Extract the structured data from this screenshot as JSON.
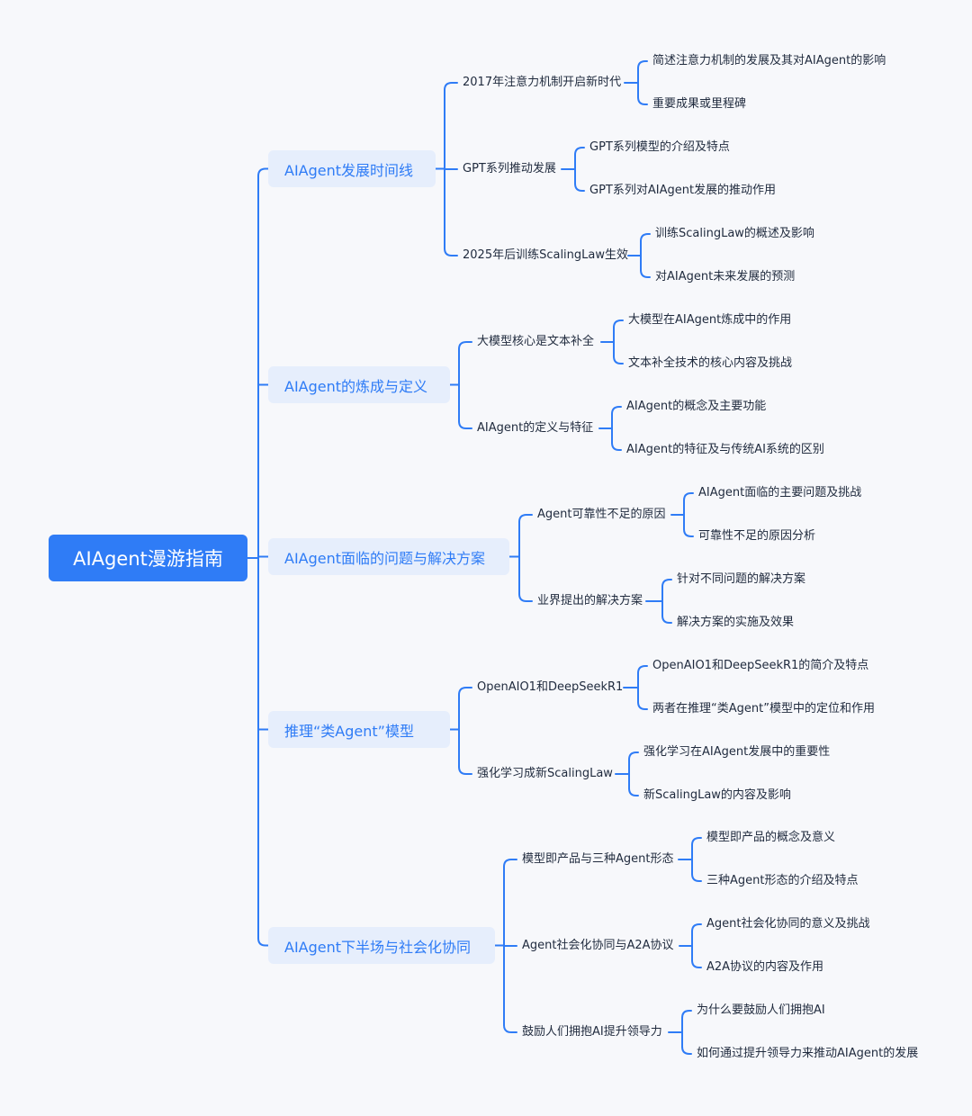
{
  "root": "AIAgent漫游指南",
  "branches": [
    {
      "label": "AIAgent发展时间线",
      "children": [
        {
          "label": "2017年注意力机制开启新时代",
          "children": [
            "简述注意力机制的发展及其对AIAgent的影响",
            "重要成果或里程碑"
          ]
        },
        {
          "label": "GPT系列推动发展",
          "children": [
            "GPT系列模型的介绍及特点",
            "GPT系列对AIAgent发展的推动作用"
          ]
        },
        {
          "label": "2025年后训练ScalingLaw生效",
          "children": [
            "训练ScalingLaw的概述及影响",
            "对AIAgent未来发展的预测"
          ]
        }
      ]
    },
    {
      "label": "AIAgent的炼成与定义",
      "children": [
        {
          "label": "大模型核心是文本补全",
          "children": [
            "大模型在AIAgent炼成中的作用",
            "文本补全技术的核心内容及挑战"
          ]
        },
        {
          "label": "AIAgent的定义与特征",
          "children": [
            "AIAgent的概念及主要功能",
            "AIAgent的特征及与传统AI系统的区别"
          ]
        }
      ]
    },
    {
      "label": "AIAgent面临的问题与解决方案",
      "children": [
        {
          "label": "Agent可靠性不足的原因",
          "children": [
            "AIAgent面临的主要问题及挑战",
            "可靠性不足的原因分析"
          ]
        },
        {
          "label": "业界提出的解决方案",
          "children": [
            "针对不同问题的解决方案",
            "解决方案的实施及效果"
          ]
        }
      ]
    },
    {
      "label": "推理“类Agent”模型",
      "children": [
        {
          "label": "OpenAIO1和DeepSeekR1",
          "children": [
            "OpenAIO1和DeepSeekR1的简介及特点",
            "两者在推理“类Agent”模型中的定位和作用"
          ]
        },
        {
          "label": "强化学习成新ScalingLaw",
          "children": [
            "强化学习在AIAgent发展中的重要性",
            "新ScalingLaw的内容及影响"
          ]
        }
      ]
    },
    {
      "label": "AIAgent下半场与社会化协同",
      "children": [
        {
          "label": "模型即产品与三种Agent形态",
          "children": [
            "模型即产品的概念及意义",
            "三种Agent形态的介绍及特点"
          ]
        },
        {
          "label": "Agent社会化协同与A2A协议",
          "children": [
            "Agent社会化协同的意义及挑战",
            "A2A协议的内容及作用"
          ]
        },
        {
          "label": "鼓励人们拥抱AI提升领导力",
          "children": [
            "为什么要鼓励人们拥抱AI",
            "如何通过提升领导力来推动AIAgent的发展"
          ]
        }
      ]
    }
  ],
  "colors": {
    "accent": "#2f7cf6",
    "branch_bg": "#e6eefc",
    "line": "#2f7cf6",
    "text": "#1f2a3d",
    "background": "#f7f8fb"
  }
}
